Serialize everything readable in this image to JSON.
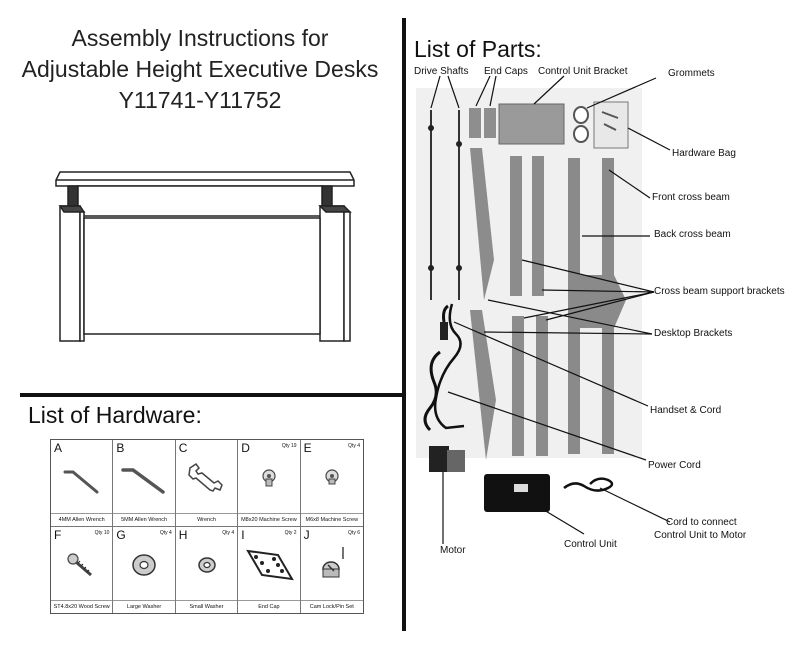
{
  "title": {
    "line1": "Assembly Instructions for",
    "line2": "Adjustable Height Executive Desks",
    "line3": "Y11741-Y11752"
  },
  "hardware": {
    "heading": "List of Hardware:",
    "items": [
      {
        "letter": "A",
        "qty": "",
        "name": "4MM Allen Wrench",
        "icon": "allen-wrench-icon"
      },
      {
        "letter": "B",
        "qty": "",
        "name": "5MM Allen Wrench",
        "icon": "allen-wrench-icon"
      },
      {
        "letter": "C",
        "qty": "",
        "name": "Wrench",
        "icon": "wrench-icon"
      },
      {
        "letter": "D",
        "qty": "Qty 19",
        "name": "M8x20 Machine Screw",
        "icon": "machine-screw-icon"
      },
      {
        "letter": "E",
        "qty": "Qty 4",
        "name": "M6x8 Machine Screw",
        "icon": "machine-screw-icon"
      },
      {
        "letter": "F",
        "qty": "Qty 10",
        "name": "ST4.8x20 Wood Screw",
        "icon": "wood-screw-icon"
      },
      {
        "letter": "G",
        "qty": "Qty 4",
        "name": "Large Washer",
        "icon": "washer-icon"
      },
      {
        "letter": "H",
        "qty": "Qty 4",
        "name": "Small Washer",
        "icon": "washer-icon"
      },
      {
        "letter": "I",
        "qty": "Qty 2",
        "name": "End Cap",
        "icon": "end-cap-icon"
      },
      {
        "letter": "J",
        "qty": "Qty 6",
        "name": "Cam Lock/Pin Set",
        "icon": "cam-lock-icon"
      }
    ]
  },
  "parts": {
    "heading": "List of Parts:",
    "labels": {
      "drive_shafts": "Drive Shafts",
      "end_caps": "End Caps",
      "control_unit_bracket": "Control Unit Bracket",
      "grommets": "Grommets",
      "hardware_bag": "Hardware Bag",
      "front_cross_beam": "Front cross beam",
      "back_cross_beam": "Back cross beam",
      "cross_beam_support_brackets": "Cross beam support brackets",
      "desktop_brackets": "Desktop Brackets",
      "handset_cord": "Handset & Cord",
      "power_cord": "Power Cord",
      "cord_connect_1": "Cord to connect",
      "cord_connect_2": "Control Unit to Motor",
      "control_unit": "Control Unit",
      "motor": "Motor"
    }
  }
}
